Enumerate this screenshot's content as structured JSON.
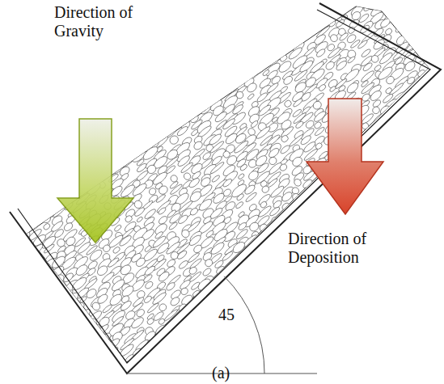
{
  "diagram": {
    "labels": [
      "Direction of Gravity",
      "Direction of Deposition",
      "45",
      "(a)"
    ]
  }
}
